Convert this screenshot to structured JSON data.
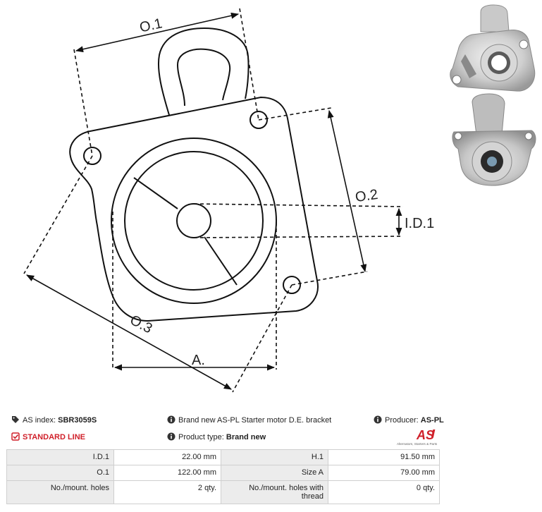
{
  "diagram": {
    "labels": {
      "o1": "O.1",
      "o2": "O.2",
      "o3": "O.3",
      "id1": "I.D.1",
      "a": "A."
    }
  },
  "photos": {
    "top": "bracket-front-photo",
    "bottom": "bracket-back-photo"
  },
  "info": {
    "index_label": "AS index:",
    "index_value": "SBR3059S",
    "line_label": "STANDARD LINE",
    "description": "Brand new AS-PL Starter motor D.E. bracket",
    "product_type_label": "Product type:",
    "product_type_value": "Brand new",
    "producer_label": "Producer:",
    "producer_value": "AS-PL"
  },
  "logo": {
    "mark": "AS",
    "tagline": "Alternators, Starters & Parts"
  },
  "colors": {
    "accent": "#d0202a",
    "label_bg": "#ececec",
    "border": "#cfcfcf"
  },
  "specs": {
    "rows": [
      {
        "l1": "I.D.1",
        "v1": "22.00 mm",
        "l2": "H.1",
        "v2": "91.50 mm"
      },
      {
        "l1": "O.1",
        "v1": "122.00 mm",
        "l2": "Size A",
        "v2": "79.00 mm"
      },
      {
        "l1": "No./mount. holes",
        "v1": "2 qty.",
        "l2": "No./mount. holes with thread",
        "v2": "0 qty."
      }
    ]
  }
}
